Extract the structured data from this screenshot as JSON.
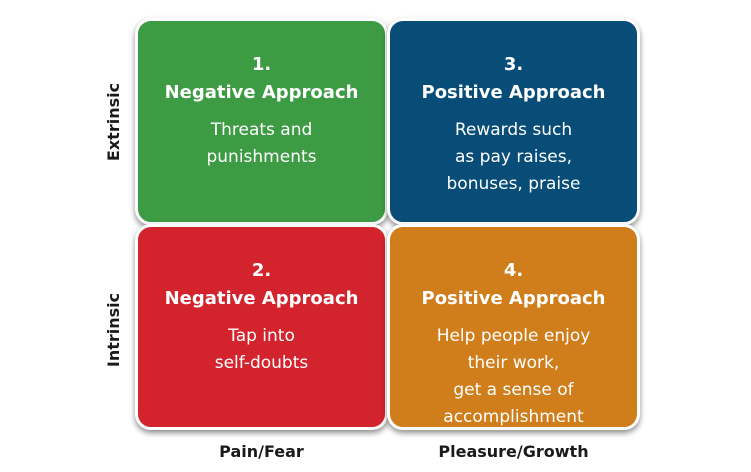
{
  "axes": {
    "y_top": "Extrinsic",
    "y_bottom": "Intrinsic",
    "x_left": "Pain/Fear",
    "x_right": "Pleasure/Growth"
  },
  "colors": {
    "q1": "#3d9b44",
    "q2": "#d3242e",
    "q3": "#084c78",
    "q4": "#d07e1b"
  },
  "quadrants": {
    "q1": {
      "number": "1.",
      "title": "Negative Approach",
      "lines": [
        "Threats and",
        "punishments"
      ]
    },
    "q2": {
      "number": "2.",
      "title": "Negative Approach",
      "lines": [
        "Tap into",
        "self-doubts"
      ]
    },
    "q3": {
      "number": "3.",
      "title": "Positive Approach",
      "lines": [
        "Rewards such",
        "as pay raises,",
        "bonuses, praise"
      ]
    },
    "q4": {
      "number": "4.",
      "title": "Positive Approach",
      "lines": [
        "Help people enjoy",
        "their work,",
        "get a sense of",
        "accomplishment"
      ]
    }
  }
}
